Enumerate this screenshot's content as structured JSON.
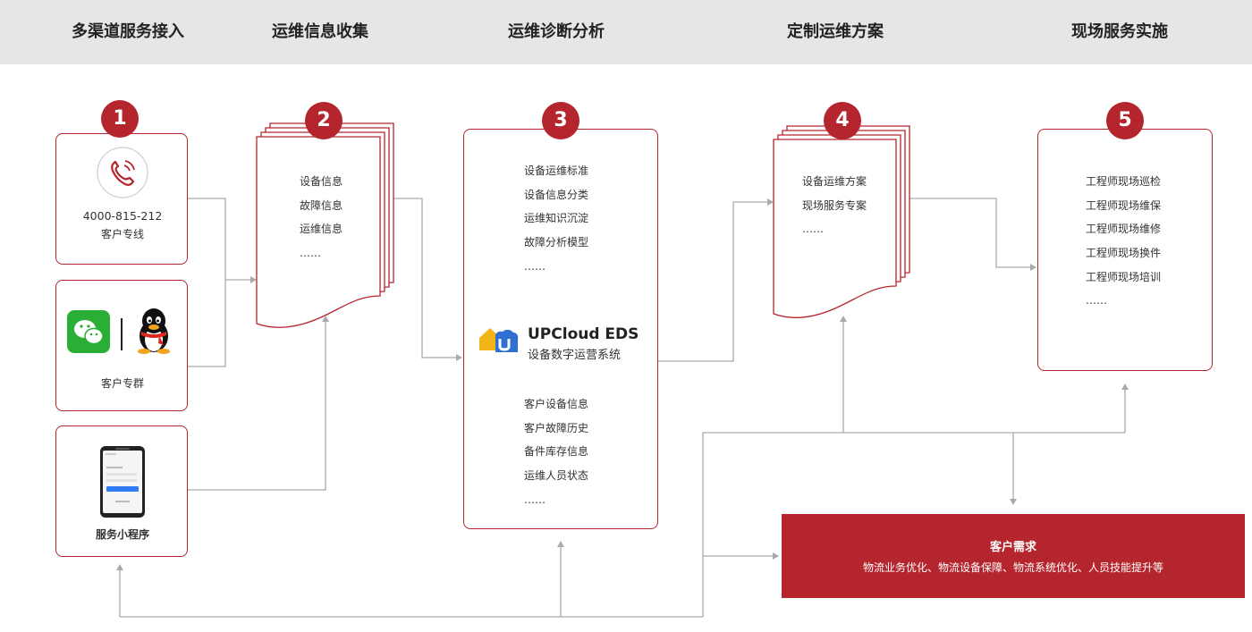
{
  "header": {
    "steps": [
      "多渠道服务接入",
      "运维信息收集",
      "运维诊断分析",
      "定制运维方案",
      "现场服务实施"
    ]
  },
  "badges": [
    "1",
    "2",
    "3",
    "4",
    "5"
  ],
  "channels": {
    "hotline_number": "4000-815-212",
    "hotline_label": "客户专线",
    "group_label": "客户专群",
    "miniapp_label": "服务小程序"
  },
  "collection": {
    "items": [
      "设备信息",
      "故障信息",
      "运维信息",
      "……"
    ]
  },
  "diagnosis": {
    "top_items": [
      "设备运维标准",
      "设备信息分类",
      "运维知识沉淀",
      "故障分析模型",
      "……"
    ],
    "logo_title": "UPCloud EDS",
    "logo_subtitle": "设备数字运营系统",
    "bottom_items": [
      "客户设备信息",
      "客户故障历史",
      "备件库存信息",
      "运维人员状态",
      "……"
    ]
  },
  "plan": {
    "items": [
      "设备运维方案",
      "现场服务专案",
      "……"
    ]
  },
  "onsite": {
    "items": [
      "工程师现场巡检",
      "工程师现场维保",
      "工程师现场维修",
      "工程师现场换件",
      "工程师现场培训",
      "……"
    ]
  },
  "need": {
    "title": "客户需求",
    "subtitle": "物流业务优化、物流设备保障、物流系统优化、人员技能提升等"
  },
  "colors": {
    "accent": "#b5252d",
    "header_bg": "#e6e6e6",
    "connector": "#aaaaaa"
  }
}
